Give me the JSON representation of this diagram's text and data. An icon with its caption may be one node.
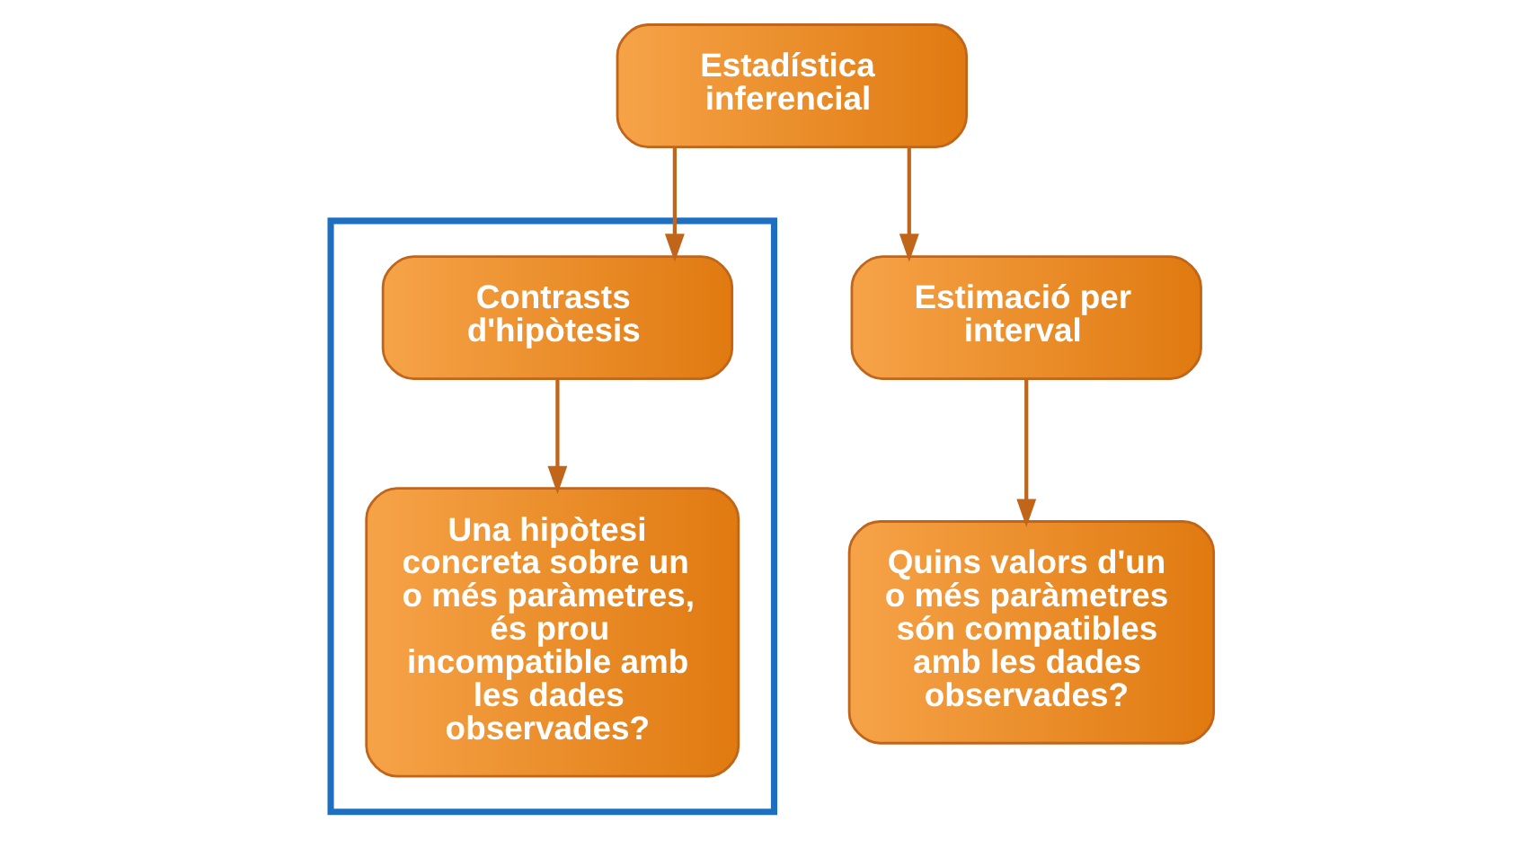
{
  "diagram": {
    "nodes": [
      {
        "text": [
          "Estadística inferencial"
        ]
      },
      {
        "text": [
          "Estimació per interval"
        ]
      },
      {
        "text": [],
        "shape": "box"
      },
      {
        "text": [
          "Contrasts d'hipòtesis"
        ],
        "in": 2
      },
      {
        "text": [
          "Quins valors d'un o més paràmetres són compatibles amb les dades observades?"
        ]
      },
      {
        "text": [
          "Una hipòtesi concreta sobre un o més paràmetres, és prou incompatible amb les dades observades?"
        ],
        "in": 2
      }
    ],
    "edges": [
      {
        "from": 0,
        "to": 1,
        "arrow": "to"
      },
      {
        "from": 0,
        "to": 3,
        "arrow": "to"
      },
      {
        "from": 1,
        "to": 4,
        "arrow": "to"
      },
      {
        "from": 3,
        "to": 5,
        "arrow": "to"
      }
    ]
  }
}
